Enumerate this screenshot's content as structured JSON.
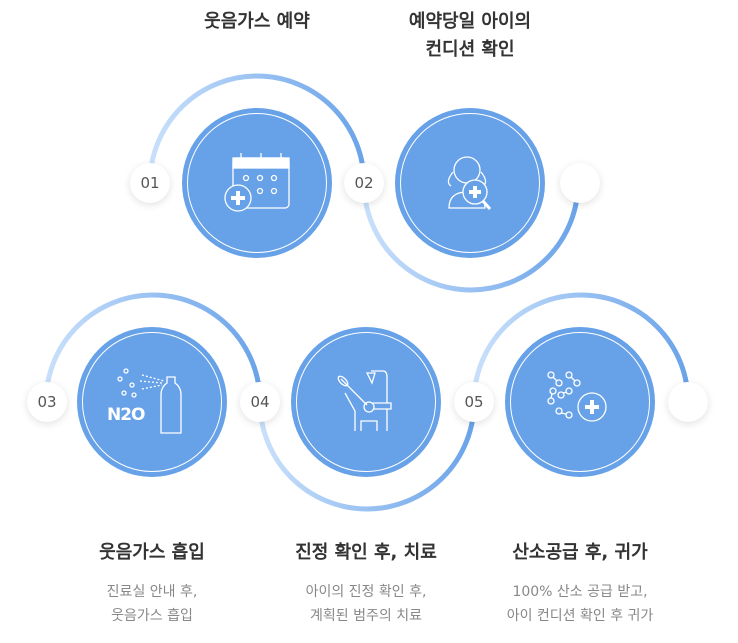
{
  "steps": [
    {
      "num": "01",
      "title": "웃음가스 예약",
      "icon": "calendar-plus-icon"
    },
    {
      "num": "02",
      "title_lines": [
        "예약당일 아이의",
        "컨디션 확인"
      ],
      "icon": "child-search-icon"
    },
    {
      "num": "03",
      "title": "웃음가스 흡입",
      "desc_lines": [
        "진료실 안내 후,",
        "웃음가스 흡입"
      ],
      "icon": "n2o-spray-icon",
      "icon_text": "N2O"
    },
    {
      "num": "04",
      "title": "진정 확인 후, 치료",
      "desc_lines": [
        "아이의 진정 확인 후,",
        "계획된 범주의 치료"
      ],
      "icon": "dental-chair-icon"
    },
    {
      "num": "05",
      "title": "산소공급 후, 귀가",
      "desc_lines": [
        "100% 산소 공급 받고,",
        "아이 컨디션 확인 후 귀가"
      ],
      "icon": "oxygen-molecule-icon"
    }
  ],
  "colors": {
    "accent": "#67a1e8",
    "arc_light": "#c9e0fb",
    "arc_dark": "#6aa3e9"
  }
}
